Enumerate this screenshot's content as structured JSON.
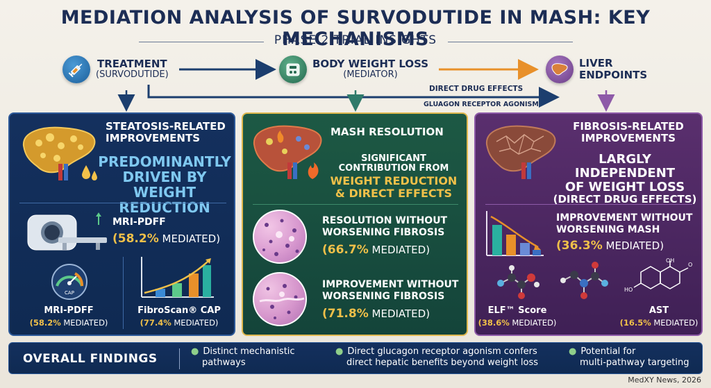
{
  "header": {
    "title": "MEDIATION ANALYSIS OF SURVODUTIDE IN MASH: KEY MECHANISMS",
    "subtitle": "PHASE 2 TRIAL INSIGHTS"
  },
  "flow": {
    "treatment": {
      "main": "TREATMENT",
      "sub": "(SURVODUTIDE)",
      "icon": "syringe-icon"
    },
    "mediator": {
      "main": "BODY WEIGHT LOSS",
      "sub": "(MEDIATOR)",
      "icon": "scale-icon"
    },
    "endpoint": {
      "main_line1": "LIVER",
      "main_line2": "ENDPOINTS",
      "icon": "liver-icon"
    },
    "direct_label": "DIRECT DRUG EFFECTS",
    "glucagon_label": "GLUAGON RECEPTOR AGONISM"
  },
  "panels": {
    "steatosis": {
      "title_line1": "STEATOSIS-RELATED",
      "title_line2": "IMPROVEMENTS",
      "big_line1": "PREDOMINANTLY",
      "big_line2": "DRIVEN BY WEIGHT",
      "big_line3": "REDUCTION",
      "metric_label": "MRI-PDFF",
      "metric_value": "(58.2%",
      "metric_tail": " MEDIATED)",
      "sub1_label": "MRI-PDFF",
      "sub1_value": "(58.2%",
      "sub1_tail": " MEDIATED)",
      "sub2_label": "FibroScan® CAP",
      "sub2_value": "(77.4%",
      "sub2_tail": " MEDIATED)",
      "gauge_text": "CAP"
    },
    "mash": {
      "title": "MASH RESOLUTION",
      "lead_line1": "SIGNIFICANT",
      "lead_line2": "CONTRIBUTION FROM",
      "big_line1": "WEIGHT REDUCTION",
      "big_line2": "& DIRECT EFFECTS",
      "m1_line1": "RESOLUTION WITHOUT",
      "m1_line2": "WORSENING FIBROSIS",
      "m1_value": "(66.7%",
      "m1_tail": " MEDIATED)",
      "m2_line1": "IMPROVEMENT WITHOUT",
      "m2_line2": "WORSENING FIBROSIS",
      "m2_value": "(71.8%",
      "m2_tail": " MEDIATED)"
    },
    "fibrosis": {
      "title_line1": "FIBROSIS-RELATED",
      "title_line2": "IMPROVEMENTS",
      "big_line1": "LARGLY INDEPENDENT",
      "big_line2": "OF WEIGHT LOSS",
      "big_line3": "(DIRECT DRUG EFFECTS)",
      "m_line1": "IMPROVEMENT WITHOUT",
      "m_line2": "WORSENING MASH",
      "m_value": "(36.3%",
      "m_tail": " MEDIATED)",
      "elf_label": "ELF™ Score",
      "elf_value": "(38.6%",
      "elf_tail": " MEDIATED)",
      "ast_label": "AST",
      "ast_value": "(16.5%",
      "ast_tail": " MEDIATED)",
      "chem_oh": "OH",
      "chem_ho": "HO",
      "chem_o": "O"
    }
  },
  "findings": {
    "title": "OVERALL FINDINGS",
    "items": [
      {
        "line1": "Distinct mechanistic",
        "line2": "pathways"
      },
      {
        "line1": "Direct glucagon receptor agonism confers",
        "line2": "direct hepatic benefits beyond weight loss"
      },
      {
        "line1": "Potential for",
        "line2": "multi-pathway targeting"
      }
    ]
  },
  "footer": "MedXY News, 2026",
  "colors": {
    "navy": "#1c2d55",
    "gold": "#f0c049",
    "blue_panel": "#14305e",
    "green_panel": "#1d5944",
    "purple_panel": "#5a2f6e",
    "orange_arrow": "#e8902a"
  }
}
